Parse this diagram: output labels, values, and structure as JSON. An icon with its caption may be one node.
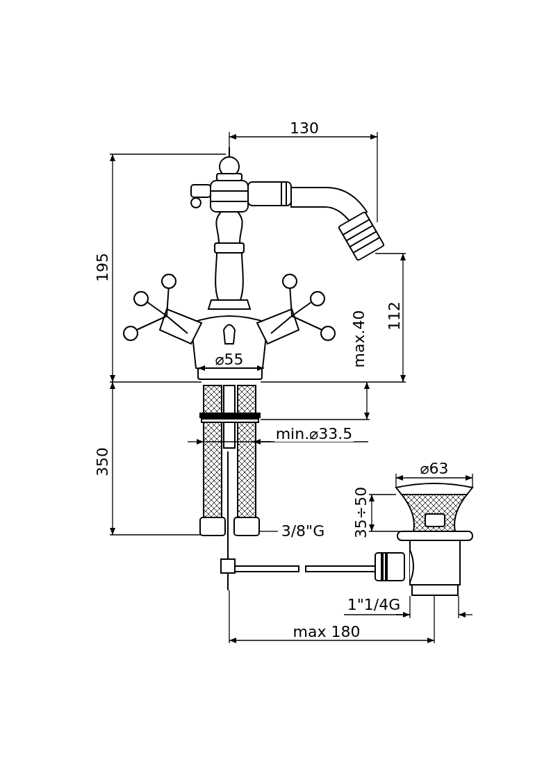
{
  "diagram": {
    "labels": [
      "130",
      "195",
      "112",
      "max.40",
      "⌀55",
      "min.⌀33.5",
      "350",
      "⌀63",
      "3/8\"G",
      "35÷50",
      "1\"1/4G",
      "max 180"
    ]
  }
}
